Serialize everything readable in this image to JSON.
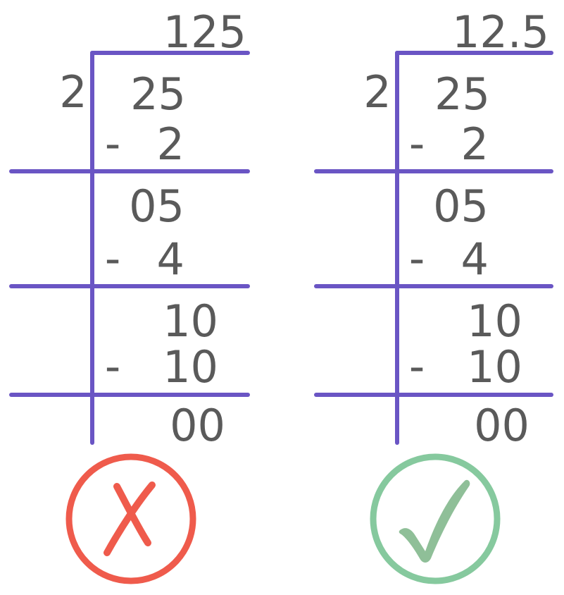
{
  "colors": {
    "ink": "#5a5a5a",
    "line": "#6a55c4",
    "wrong": "#ef5b4c",
    "right": "#86c99e",
    "check": "#8fbf98"
  },
  "panels": [
    {
      "id": "wrong",
      "quotient": "125",
      "divisor": "2",
      "dividend": "25",
      "steps": [
        {
          "minus": "-",
          "subtrahend": "2"
        },
        {
          "remainder": "05",
          "minus": "-",
          "subtrahend": "4"
        },
        {
          "remainder": "10",
          "minus": "-",
          "subtrahend": "10"
        }
      ],
      "final_remainder": "00",
      "mark": "cross-icon"
    },
    {
      "id": "right",
      "quotient": "12.5",
      "divisor": "2",
      "dividend": "25",
      "steps": [
        {
          "minus": "-",
          "subtrahend": "2"
        },
        {
          "remainder": "05",
          "minus": "-",
          "subtrahend": "4"
        },
        {
          "remainder": "10",
          "minus": "-",
          "subtrahend": "10"
        }
      ],
      "final_remainder": "00",
      "mark": "check-icon"
    }
  ]
}
